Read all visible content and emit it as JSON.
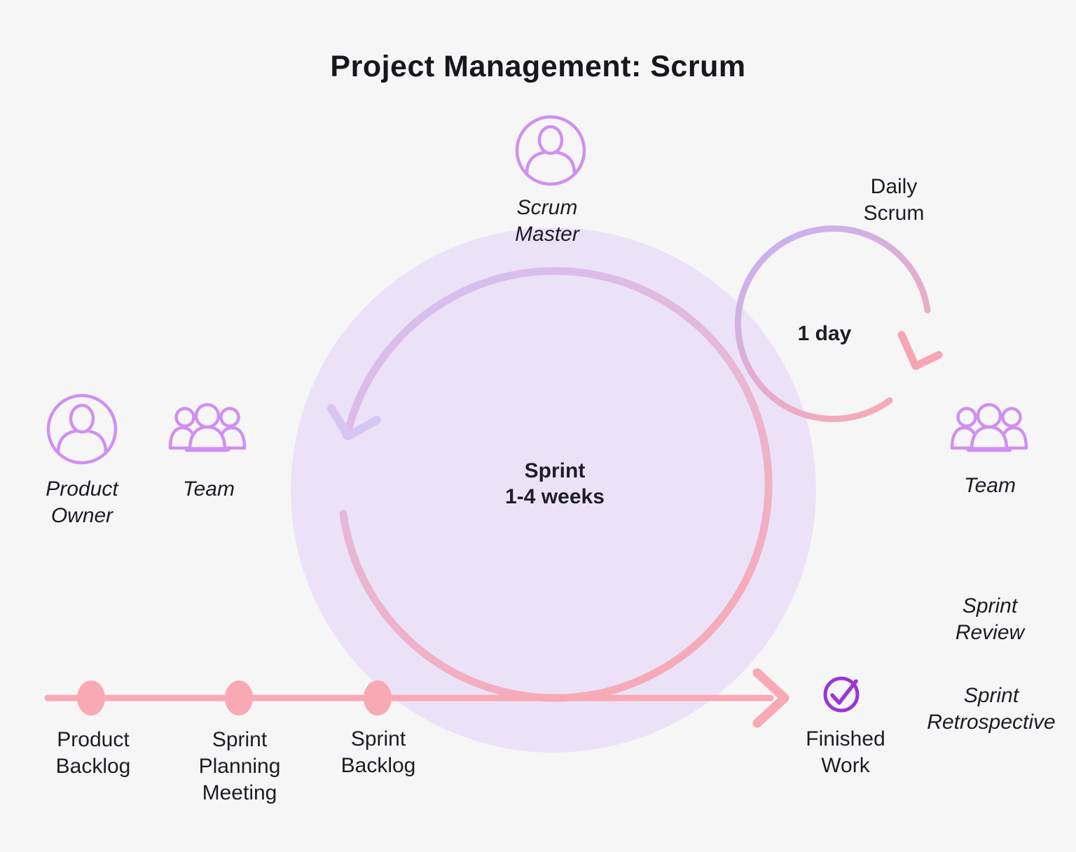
{
  "title": "Project Management: Scrum",
  "palette": {
    "background": "#f7f6f7",
    "sprint_circle_fill": "#ece2f8",
    "icon_purple": "#cf90f1",
    "check_purple": "#9c35d6",
    "pink": "#f8a9b3",
    "arc_purple": "#d4c0f2",
    "text": "#1c1c23"
  },
  "roles": {
    "scrum_master": "Scrum\nMaster",
    "product_owner": "Product\nOwner",
    "team_left": "Team",
    "team_right": "Team"
  },
  "sprint_cycle": {
    "label": "Sprint\n1-4 weeks"
  },
  "daily_cycle": {
    "label": "Daily\nScrum",
    "duration": "1 day"
  },
  "events": {
    "review": "Sprint\nReview",
    "retrospective": "Sprint\nRetrospective"
  },
  "timeline": {
    "milestones": [
      "Product\nBacklog",
      "Sprint\nPlanning\nMeeting",
      "Sprint\nBacklog"
    ],
    "finished_work": "Finished\nWork"
  }
}
